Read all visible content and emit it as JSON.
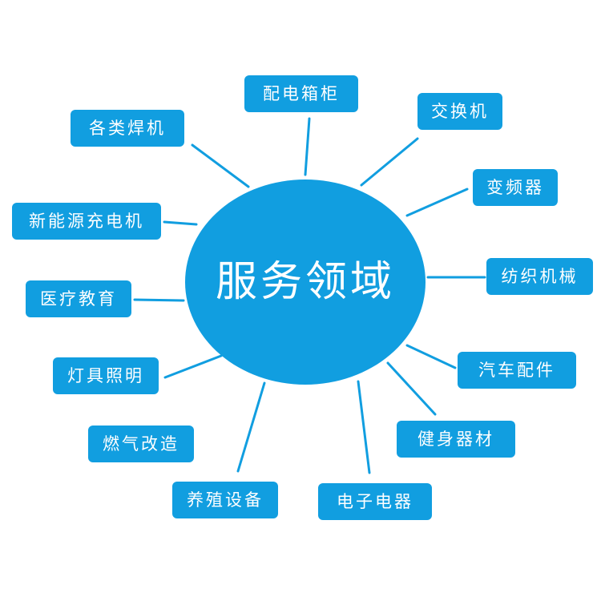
{
  "diagram": {
    "center": {
      "label": "服务领域"
    },
    "nodes": [
      {
        "id": "power-distribution-box",
        "label": "配电箱柜"
      },
      {
        "id": "switch",
        "label": "交换机"
      },
      {
        "id": "frequency-converter",
        "label": "变频器"
      },
      {
        "id": "textile-machinery",
        "label": "纺织机械"
      },
      {
        "id": "auto-parts",
        "label": "汽车配件"
      },
      {
        "id": "fitness-equipment",
        "label": "健身器材"
      },
      {
        "id": "electronic-appliances",
        "label": "电子电器"
      },
      {
        "id": "breeding-equipment",
        "label": "养殖设备"
      },
      {
        "id": "gas-retrofit",
        "label": "燃气改造"
      },
      {
        "id": "lighting-fixtures",
        "label": "灯具照明"
      },
      {
        "id": "medical-education",
        "label": "医疗教育"
      },
      {
        "id": "new-energy-charger",
        "label": "新能源充电机"
      },
      {
        "id": "welding-machine",
        "label": "各类焊机"
      }
    ]
  },
  "colors": {
    "primary": "#119ee0",
    "text": "#ffffff",
    "background": "#ffffff"
  }
}
